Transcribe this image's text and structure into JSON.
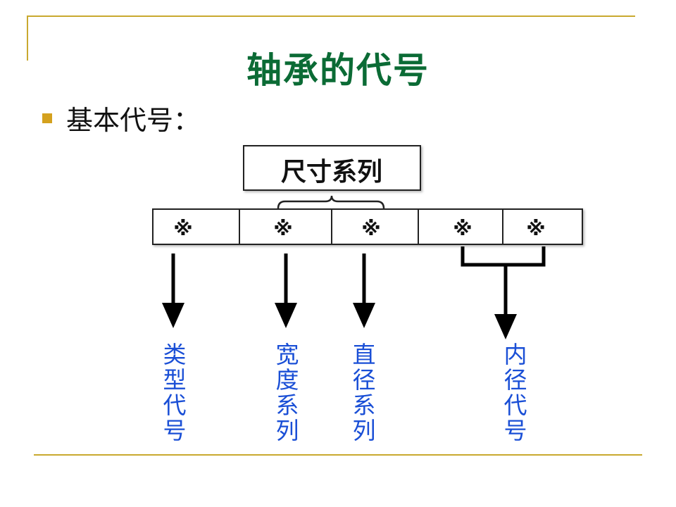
{
  "slide": {
    "title": "轴承的代号",
    "bullet": "基本代号："
  },
  "diagram": {
    "group_label": "尺寸系列",
    "cells": [
      "※",
      "※",
      "※",
      "※",
      "※"
    ],
    "labels": [
      "类型代号",
      "宽度系列",
      "直径系列",
      "内径代号"
    ]
  },
  "colors": {
    "title": "#0b6b35",
    "accent_line": "#c9a92f",
    "bullet": "#d4a11e",
    "label": "#1a4fd6"
  }
}
